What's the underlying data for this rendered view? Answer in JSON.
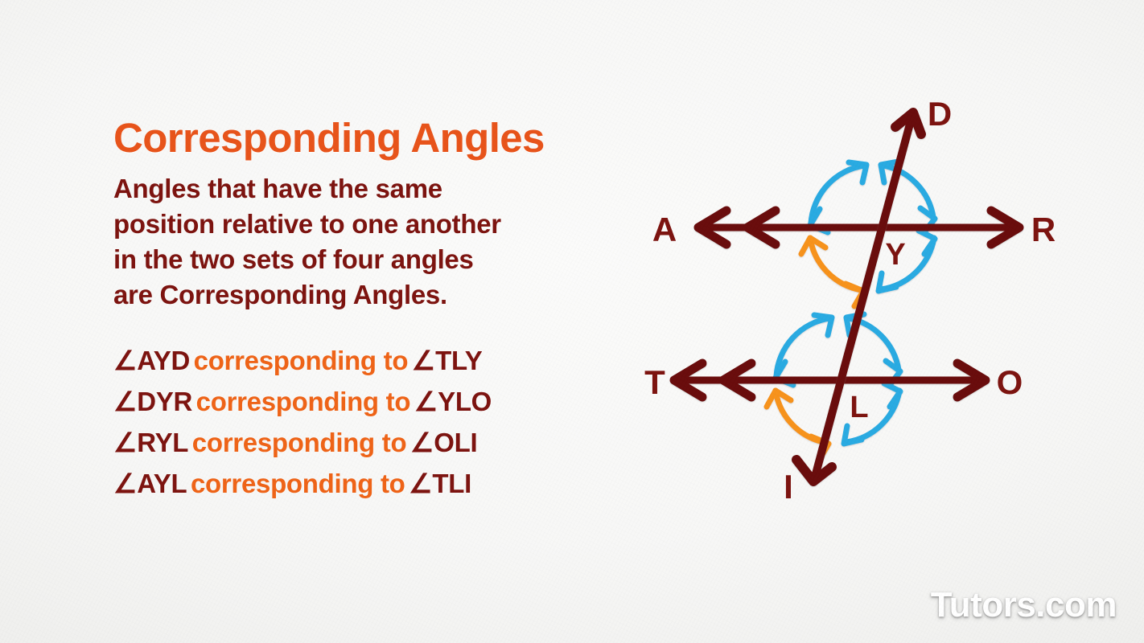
{
  "slide": {
    "title": "Corresponding Angles",
    "description_lines": [
      "Angles that have the same",
      "position relative to one another",
      "in the two sets of four angles",
      "are Corresponding Angles."
    ],
    "connector_text": "corresponding to",
    "angle_pairs": [
      {
        "left": "∠AYD",
        "connector": "corresponding to",
        "right": "∠TLY"
      },
      {
        "left": "∠DYR",
        "connector": "corresponding to",
        "right": "∠YLO"
      },
      {
        "left": "∠RYL",
        "connector": "corresponding to",
        "right": "∠OLI"
      },
      {
        "left": "∠AYL",
        "connector": "corresponding to",
        "right": "∠TLI"
      }
    ],
    "watermark": "Tutors.com"
  },
  "diagram": {
    "labels": {
      "line1_left": "A",
      "line1_right": "R",
      "line2_left": "T",
      "line2_right": "O",
      "transversal_top": "D",
      "transversal_bottom": "I",
      "vertex_upper": "Y",
      "vertex_lower": "L"
    },
    "arc_colors": {
      "blue": "#29ABE2",
      "orange": "#F7931E"
    },
    "line_color": "#6B1010",
    "upper_arcs": [
      {
        "quadrant": "top-left",
        "color": "blue"
      },
      {
        "quadrant": "top-right",
        "color": "blue"
      },
      {
        "quadrant": "bottom-right",
        "color": "blue"
      },
      {
        "quadrant": "bottom-left",
        "color": "orange"
      }
    ],
    "lower_arcs": [
      {
        "quadrant": "top-left",
        "color": "blue"
      },
      {
        "quadrant": "top-right",
        "color": "blue"
      },
      {
        "quadrant": "bottom-right",
        "color": "blue"
      },
      {
        "quadrant": "bottom-left",
        "color": "orange"
      }
    ]
  },
  "colors": {
    "title_orange": "#E8541B",
    "body_maroon": "#7D1410",
    "connector_orange": "#EF6418",
    "arc_blue": "#29ABE2",
    "arc_orange": "#F7931E",
    "line_maroon": "#6B1010",
    "background": "#F7F7F6"
  }
}
